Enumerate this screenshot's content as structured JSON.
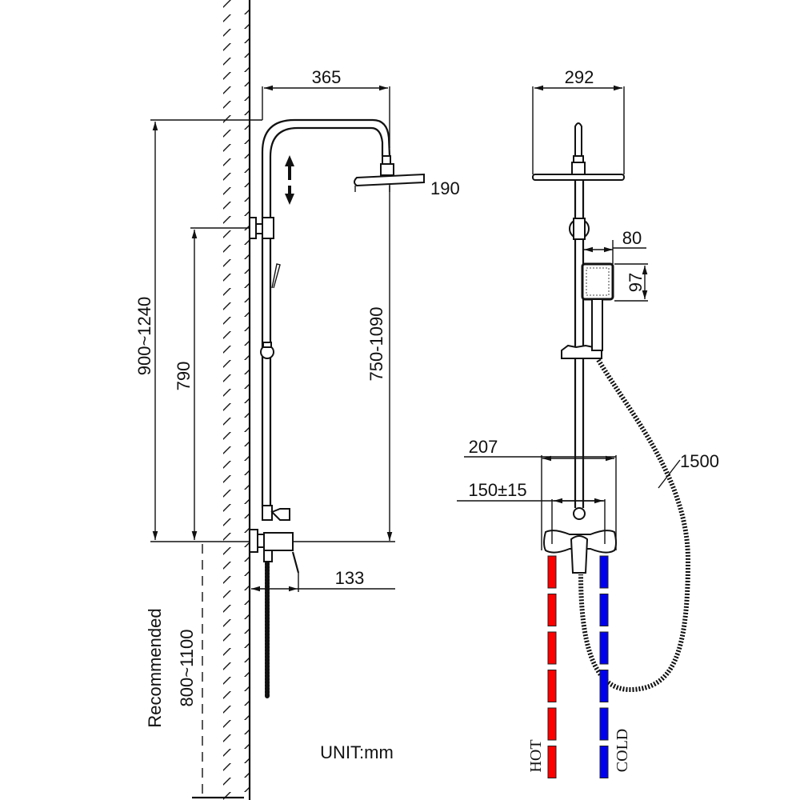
{
  "diagram": {
    "title": "Shower system installation dimensions",
    "unit_label": "UNIT:mm",
    "colors": {
      "hot": "#ff0000",
      "cold": "#0000ee",
      "line": "#111111"
    },
    "side_view": {
      "dimensions": {
        "arm_reach": "365",
        "head_thickness": "190",
        "total_height": "900~1240",
        "bracket_height": "790",
        "rail_adjust": "750-1090",
        "mixer_projection": "133",
        "recommended_label": "Recommended",
        "recommended_range": "800~1100"
      }
    },
    "front_view": {
      "dimensions": {
        "head_width": "292",
        "handheld_width": "80",
        "handheld_height": "97",
        "mixer_width": "207",
        "inlet_spacing": "150±15",
        "hose_length": "1500"
      },
      "inlets": {
        "hot_label": "HOT",
        "cold_label": "COLD"
      }
    }
  }
}
